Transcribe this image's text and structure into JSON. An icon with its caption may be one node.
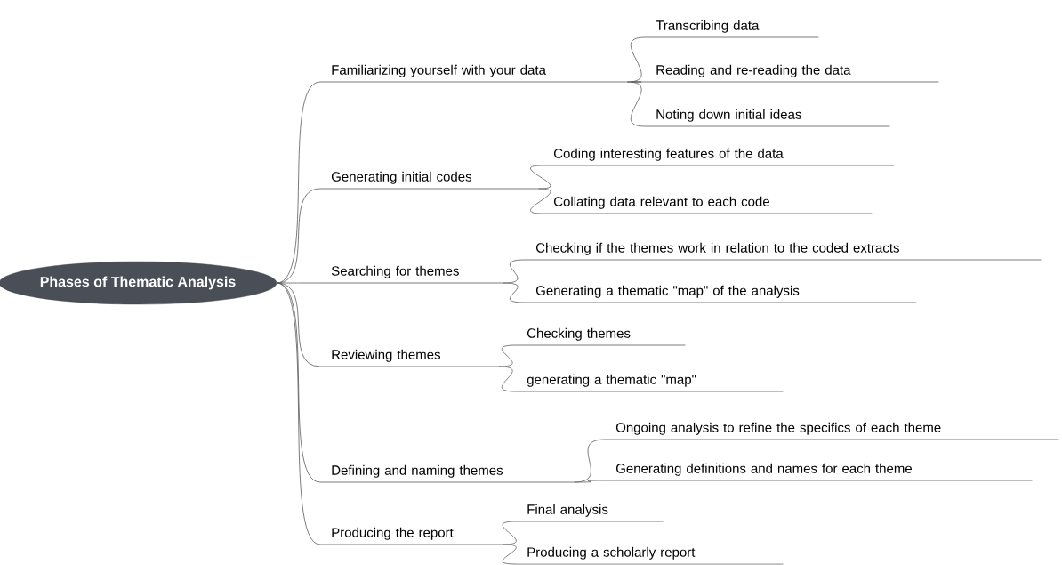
{
  "diagram": {
    "nodes": [
      {
        "text": [
          "Phases of Thematic Analysis"
        ]
      },
      {
        "text": [
          "Familiarizing yourself with your data"
        ]
      },
      {
        "text": [
          "Transcribing data"
        ]
      },
      {
        "text": [
          "Reading and re-reading the data"
        ]
      },
      {
        "text": [
          "Noting down initial ideas"
        ]
      },
      {
        "text": [
          "Generating initial codes"
        ]
      },
      {
        "text": [
          "Coding interesting features of the data"
        ]
      },
      {
        "text": [
          "Collating data relevant to each code"
        ]
      },
      {
        "text": [
          "Searching for themes"
        ]
      },
      {
        "text": [
          "Checking if the themes work in relation to the coded extracts"
        ]
      },
      {
        "text": [
          "Generating a thematic \"map\" of the analysis"
        ]
      },
      {
        "text": [
          "Reviewing themes"
        ]
      },
      {
        "text": [
          "Checking themes"
        ]
      },
      {
        "text": [
          "generating a thematic \"map\""
        ]
      },
      {
        "text": [
          "Defining and naming themes"
        ]
      },
      {
        "text": [
          "Ongoing analysis to refine the specifics of each theme"
        ]
      },
      {
        "text": [
          "Generating definitions and names for each theme"
        ]
      },
      {
        "text": [
          "Producing the report"
        ]
      },
      {
        "text": [
          "Final analysis"
        ]
      },
      {
        "text": [
          "Producing a scholarly report"
        ]
      }
    ],
    "edges": [
      {
        "from": 0,
        "to": 1,
        "arrow": "none"
      },
      {
        "from": 1,
        "to": 2,
        "arrow": "none"
      },
      {
        "from": 1,
        "to": 3,
        "arrow": "none"
      },
      {
        "from": 1,
        "to": 4,
        "arrow": "none"
      },
      {
        "from": 0,
        "to": 5,
        "arrow": "none"
      },
      {
        "from": 5,
        "to": 6,
        "arrow": "none"
      },
      {
        "from": 5,
        "to": 7,
        "arrow": "none"
      },
      {
        "from": 0,
        "to": 8,
        "arrow": "none"
      },
      {
        "from": 8,
        "to": 9,
        "arrow": "none"
      },
      {
        "from": 8,
        "to": 10,
        "arrow": "none"
      },
      {
        "from": 0,
        "to": 11,
        "arrow": "none"
      },
      {
        "from": 11,
        "to": 12,
        "arrow": "none"
      },
      {
        "from": 11,
        "to": 13,
        "arrow": "none"
      },
      {
        "from": 0,
        "to": 14,
        "arrow": "none"
      },
      {
        "from": 14,
        "to": 15,
        "arrow": "none"
      },
      {
        "from": 14,
        "to": 16,
        "arrow": "none"
      },
      {
        "from": 0,
        "to": 17,
        "arrow": "none"
      },
      {
        "from": 17,
        "to": 18,
        "arrow": "none"
      },
      {
        "from": 17,
        "to": 19,
        "arrow": "none"
      }
    ]
  }
}
